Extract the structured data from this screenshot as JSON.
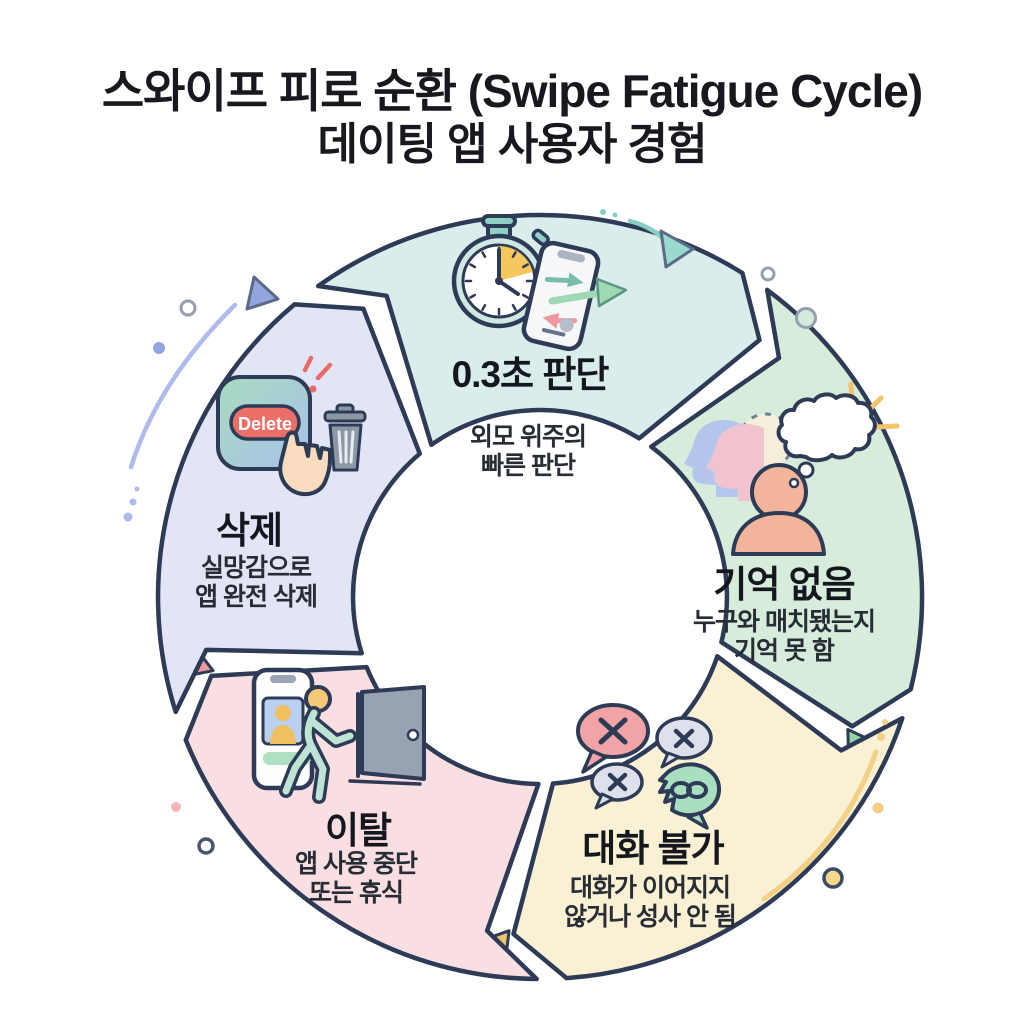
{
  "header": {
    "title_line1": "스와이프 피로 순환 (Swipe Fatigue Cycle)",
    "title_line2": "데이팅 앱 사용자 경험"
  },
  "cycle": {
    "direction": "clockwise",
    "segments": [
      {
        "id": "snap-judgment",
        "title": "0.3초 판단",
        "subtitle_line1": "외모 위주의",
        "subtitle_line2": "빠른 판단",
        "fill": "#d9edec",
        "icons": [
          "stopwatch-icon",
          "phone-swipe-icon"
        ]
      },
      {
        "id": "no-memory",
        "title": "기억 없음",
        "subtitle_line1": "누구와 매치됐는지",
        "subtitle_line2": "기억 못 함",
        "fill": "#d7ecdb",
        "tip_fill": "#93d6a9",
        "icons": [
          "overlapping-faces-icon",
          "thought-bubble-icon",
          "person-silhouette-icon"
        ]
      },
      {
        "id": "no-conversation",
        "title": "대화 불가",
        "subtitle_line1": "대화가 이어지지",
        "subtitle_line2": "않거나 성사 안 됨",
        "fill": "#faf0d3",
        "tip_fill": "#edc36b",
        "icons": [
          "chat-bubble-x-icon",
          "broken-link-bubble-icon"
        ]
      },
      {
        "id": "churn",
        "title": "이탈",
        "subtitle_line1": "앱 사용 중단",
        "subtitle_line2": "또는 휴식",
        "fill": "#f9dee2",
        "tip_fill": "#ef98a3",
        "icons": [
          "profile-phone-icon",
          "walking-person-icon",
          "open-door-icon"
        ]
      },
      {
        "id": "delete",
        "title": "삭제",
        "subtitle_line1": "실망감으로",
        "subtitle_line2": "앱 완전 삭제",
        "fill": "#e1e5f6",
        "icons": [
          "delete-app-icon",
          "pointing-hand-icon",
          "trash-icon"
        ]
      }
    ]
  },
  "delete_app": {
    "button_label": "Delete"
  },
  "colors": {
    "outline": "#2e3b56",
    "title_text": "#14171e",
    "subtitle_text": "#272c35",
    "tip_green": "#93d6a9",
    "tip_yellow": "#edc36b",
    "tip_pink": "#ef98a3",
    "swoosh_teal": "#87cfc4",
    "swoosh_blue": "#aebbec",
    "accent_yellow": "#f3c469",
    "accent_red": "#ec6e69"
  }
}
